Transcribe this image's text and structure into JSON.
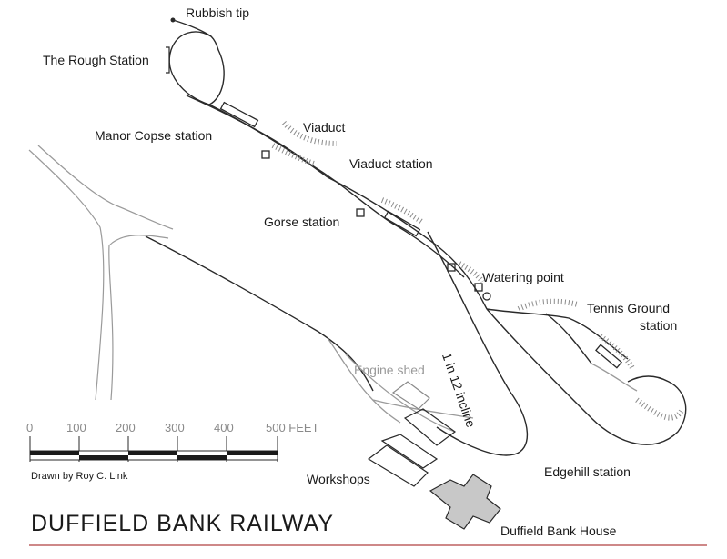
{
  "title": "DUFFIELD BANK RAILWAY",
  "credit": "Drawn by Roy C. Link",
  "labels": {
    "rubbish_tip": "Rubbish tip",
    "rough_station": "The Rough Station",
    "manor_copse": "Manor Copse station",
    "viaduct": "Viaduct",
    "viaduct_station": "Viaduct station",
    "gorse_station": "Gorse station",
    "watering_point": "Watering point",
    "tennis_ground_1": "Tennis Ground",
    "tennis_ground_2": "station",
    "incline": "1 in 12 incline",
    "engine_shed": "Engine shed",
    "workshops": "Workshops",
    "edgehill": "Edgehill station",
    "duffield_house": "Duffield Bank House"
  },
  "scale": {
    "ticks": [
      "0",
      "100",
      "200",
      "300",
      "400",
      "500 FEET"
    ]
  },
  "colors": {
    "track": "#2a2a2a",
    "grey_track": "#9a9a9a",
    "house_fill": "#c8c8c8",
    "rule": "#b04040"
  }
}
